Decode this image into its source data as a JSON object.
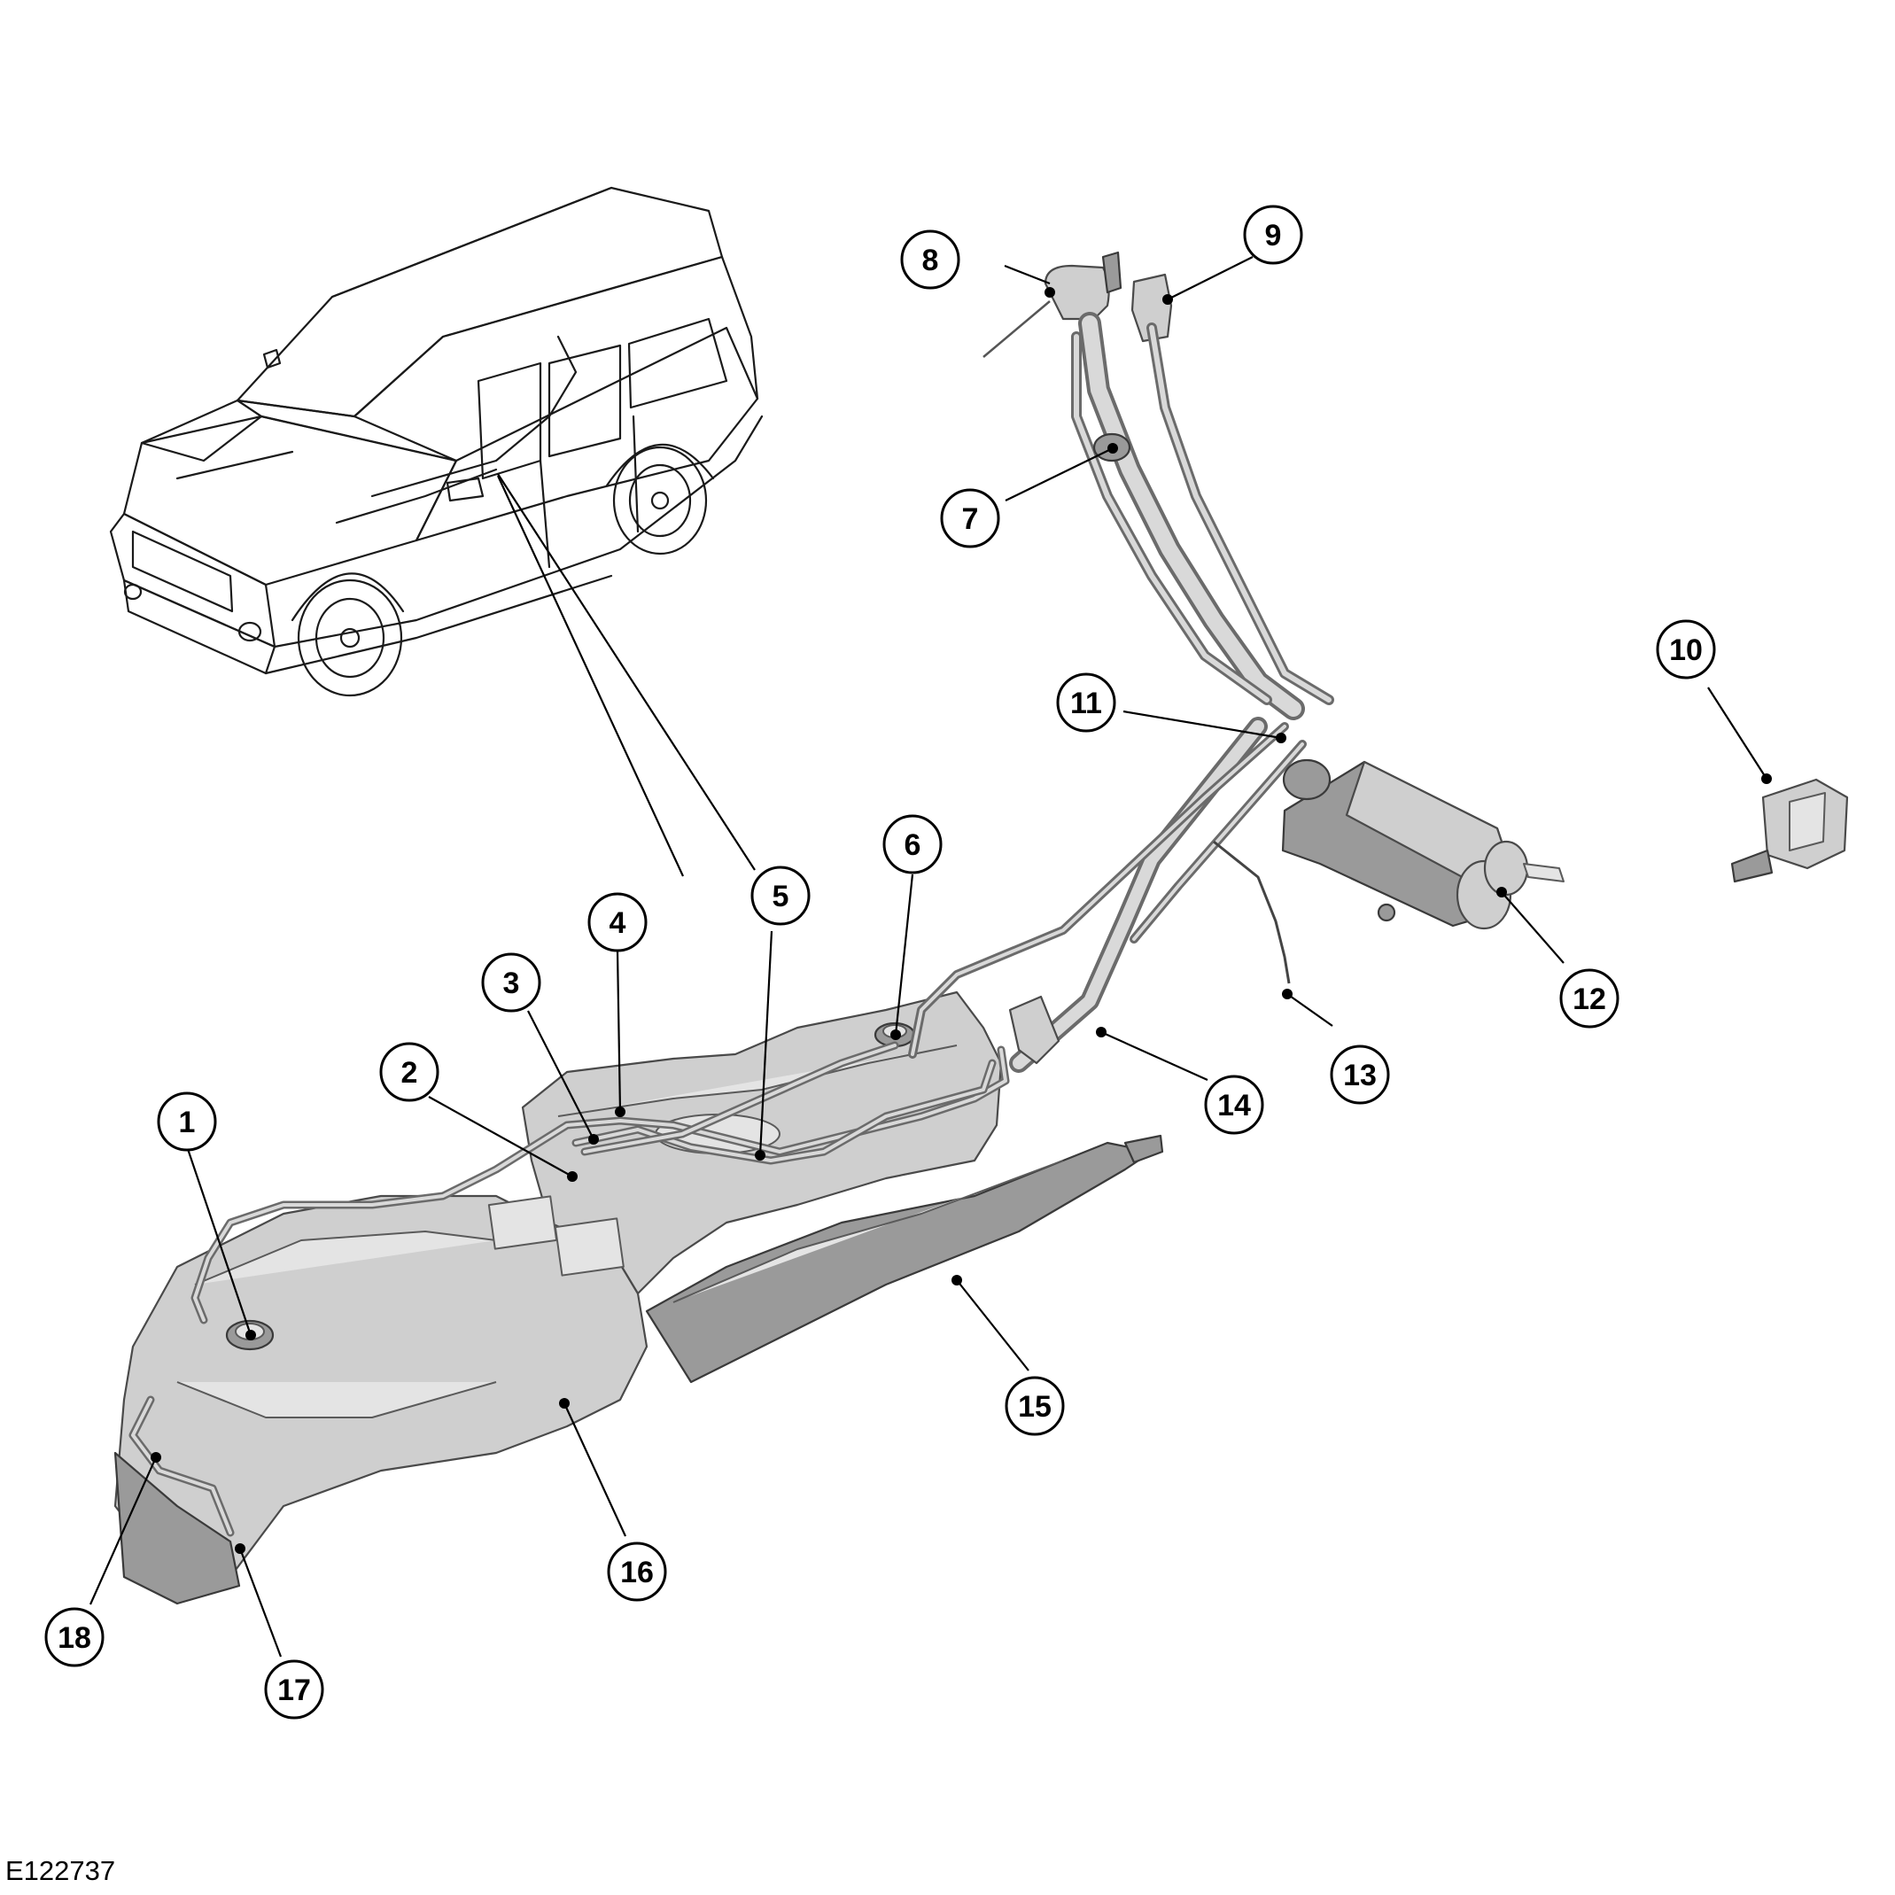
{
  "figure_id": "E122737",
  "callouts": [
    "1",
    "2",
    "3",
    "4",
    "5",
    "6",
    "7",
    "8",
    "9",
    "10",
    "11",
    "12",
    "13",
    "14",
    "15",
    "16",
    "17",
    "18"
  ],
  "icons": {
    "vehicle": "vehicle-outline-icon",
    "fuel_tank": "fuel-tank-icon",
    "filler_pipe": "filler-pipe-icon",
    "evap_canister": "evap-canister-icon",
    "bracket": "bracket-icon",
    "heat_shield": "heat-shield-icon"
  },
  "colors": {
    "line": "#000000",
    "metal": "#cfcfcf",
    "metal_dark": "#9a9a9a",
    "background": "#ffffff"
  }
}
